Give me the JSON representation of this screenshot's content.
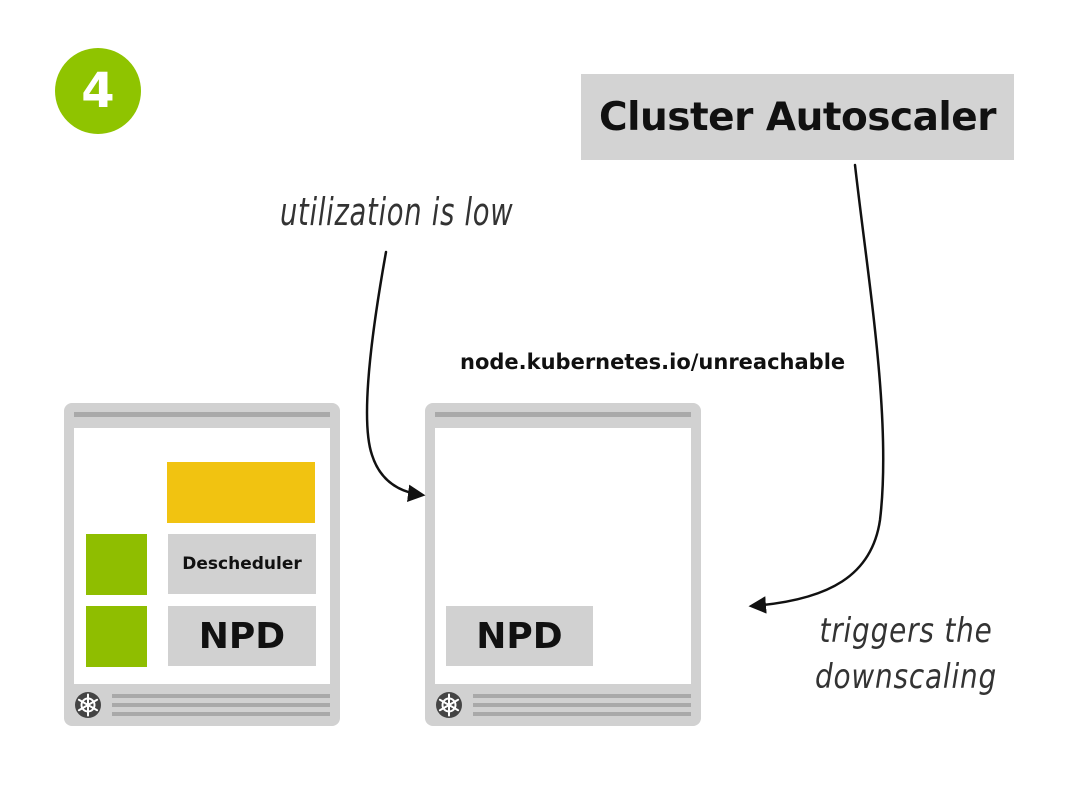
{
  "step": {
    "number": "4"
  },
  "cluster_autoscaler": {
    "label": "Cluster Autoscaler"
  },
  "notes": {
    "utilization": "utilization is low",
    "triggers_line1": "triggers the",
    "triggers_line2": "downscaling"
  },
  "taint": {
    "label": "node.kubernetes.io/unreachable"
  },
  "nodes": [
    {
      "pods": {
        "descheduler": "Descheduler",
        "npd": "NPD"
      }
    },
    {
      "pods": {
        "npd": "NPD"
      }
    }
  ],
  "colors": {
    "accent_green": "#8fc400",
    "pod_green": "#8fbe00",
    "pod_yellow": "#f1c311",
    "node_gray": "#d1d1d1",
    "line_gray": "#a9a9a9"
  },
  "icons": [
    "kubernetes-helm-icon",
    "arrow-icon"
  ]
}
